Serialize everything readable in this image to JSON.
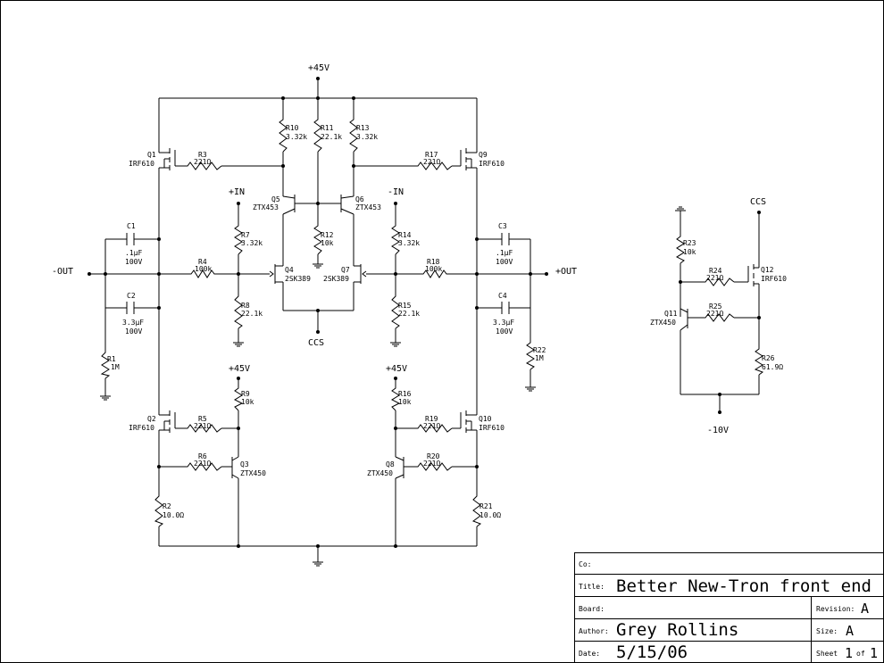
{
  "power": {
    "plus45_top": "+45V",
    "plus45_left": "+45V",
    "plus45_right": "+45V",
    "minus10": "-10V"
  },
  "io": {
    "plus_in": "+IN",
    "minus_in": "-IN",
    "minus_out": "-OUT",
    "plus_out": "+OUT",
    "ccs_center": "CCS",
    "ccs_right": "CCS"
  },
  "transistors": {
    "q1": {
      "ref": "Q1",
      "part": "IRF610"
    },
    "q2": {
      "ref": "Q2",
      "part": "IRF610"
    },
    "q3": {
      "ref": "Q3",
      "part": "ZTX450"
    },
    "q4": {
      "ref": "Q4",
      "part": "2SK389"
    },
    "q5": {
      "ref": "Q5",
      "part": "ZTX453"
    },
    "q6": {
      "ref": "Q6",
      "part": "ZTX453"
    },
    "q7": {
      "ref": "Q7",
      "part": "2SK389"
    },
    "q8": {
      "ref": "Q8",
      "part": "ZTX450"
    },
    "q9": {
      "ref": "Q9",
      "part": "IRF610"
    },
    "q10": {
      "ref": "Q10",
      "part": "IRF610"
    },
    "q11": {
      "ref": "Q11",
      "part": "ZTX450"
    },
    "q12": {
      "ref": "Q12",
      "part": "IRF610"
    }
  },
  "resistors": {
    "r1": {
      "ref": "R1",
      "value": "1M"
    },
    "r2": {
      "ref": "R2",
      "value": "10.0Ω"
    },
    "r3": {
      "ref": "R3",
      "value": "221Ω"
    },
    "r4": {
      "ref": "R4",
      "value": "100k"
    },
    "r5": {
      "ref": "R5",
      "value": "221Ω"
    },
    "r6": {
      "ref": "R6",
      "value": "221Ω"
    },
    "r7": {
      "ref": "R7",
      "value": "3.32k"
    },
    "r8": {
      "ref": "R8",
      "value": "22.1k"
    },
    "r9": {
      "ref": "R9",
      "value": "10k"
    },
    "r10": {
      "ref": "R10",
      "value": "3.32k"
    },
    "r11": {
      "ref": "R11",
      "value": "22.1k"
    },
    "r12": {
      "ref": "R12",
      "value": "10k"
    },
    "r13": {
      "ref": "R13",
      "value": "3.32k"
    },
    "r14": {
      "ref": "R14",
      "value": "3.32k"
    },
    "r15": {
      "ref": "R15",
      "value": "22.1k"
    },
    "r16": {
      "ref": "R16",
      "value": "10k"
    },
    "r17": {
      "ref": "R17",
      "value": "221Ω"
    },
    "r18": {
      "ref": "R18",
      "value": "100k"
    },
    "r19": {
      "ref": "R19",
      "value": "221Ω"
    },
    "r20": {
      "ref": "R20",
      "value": "221Ω"
    },
    "r21": {
      "ref": "R21",
      "value": "10.0Ω"
    },
    "r22": {
      "ref": "R22",
      "value": "1M"
    },
    "r23": {
      "ref": "R23",
      "value": "10k"
    },
    "r24": {
      "ref": "R24",
      "value": "221Ω"
    },
    "r25": {
      "ref": "R25",
      "value": "221Ω"
    },
    "r26": {
      "ref": "R26",
      "value": "61.9Ω"
    }
  },
  "capacitors": {
    "c1": {
      "ref": "C1",
      "value": ".1µF",
      "voltage": "100V"
    },
    "c2": {
      "ref": "C2",
      "value": "3.3µF",
      "voltage": "100V"
    },
    "c3": {
      "ref": "C3",
      "value": ".1µF",
      "voltage": "100V"
    },
    "c4": {
      "ref": "C4",
      "value": "3.3µF",
      "voltage": "100V"
    }
  },
  "title_block": {
    "co_label": "Co:",
    "co_value": "",
    "title_label": "Title:",
    "title_value": "Better New-Tron front end",
    "board_label": "Board:",
    "board_value": "",
    "revision_label": "Revision:",
    "revision_value": "A",
    "author_label": "Author:",
    "author_value": "Grey Rollins",
    "size_label": "Size:",
    "size_value": "A",
    "date_label": "Date:",
    "date_value": "5/15/06",
    "sheet_label": "Sheet",
    "sheet_value": "1",
    "sheet_of": "of",
    "sheet_total": "1"
  }
}
